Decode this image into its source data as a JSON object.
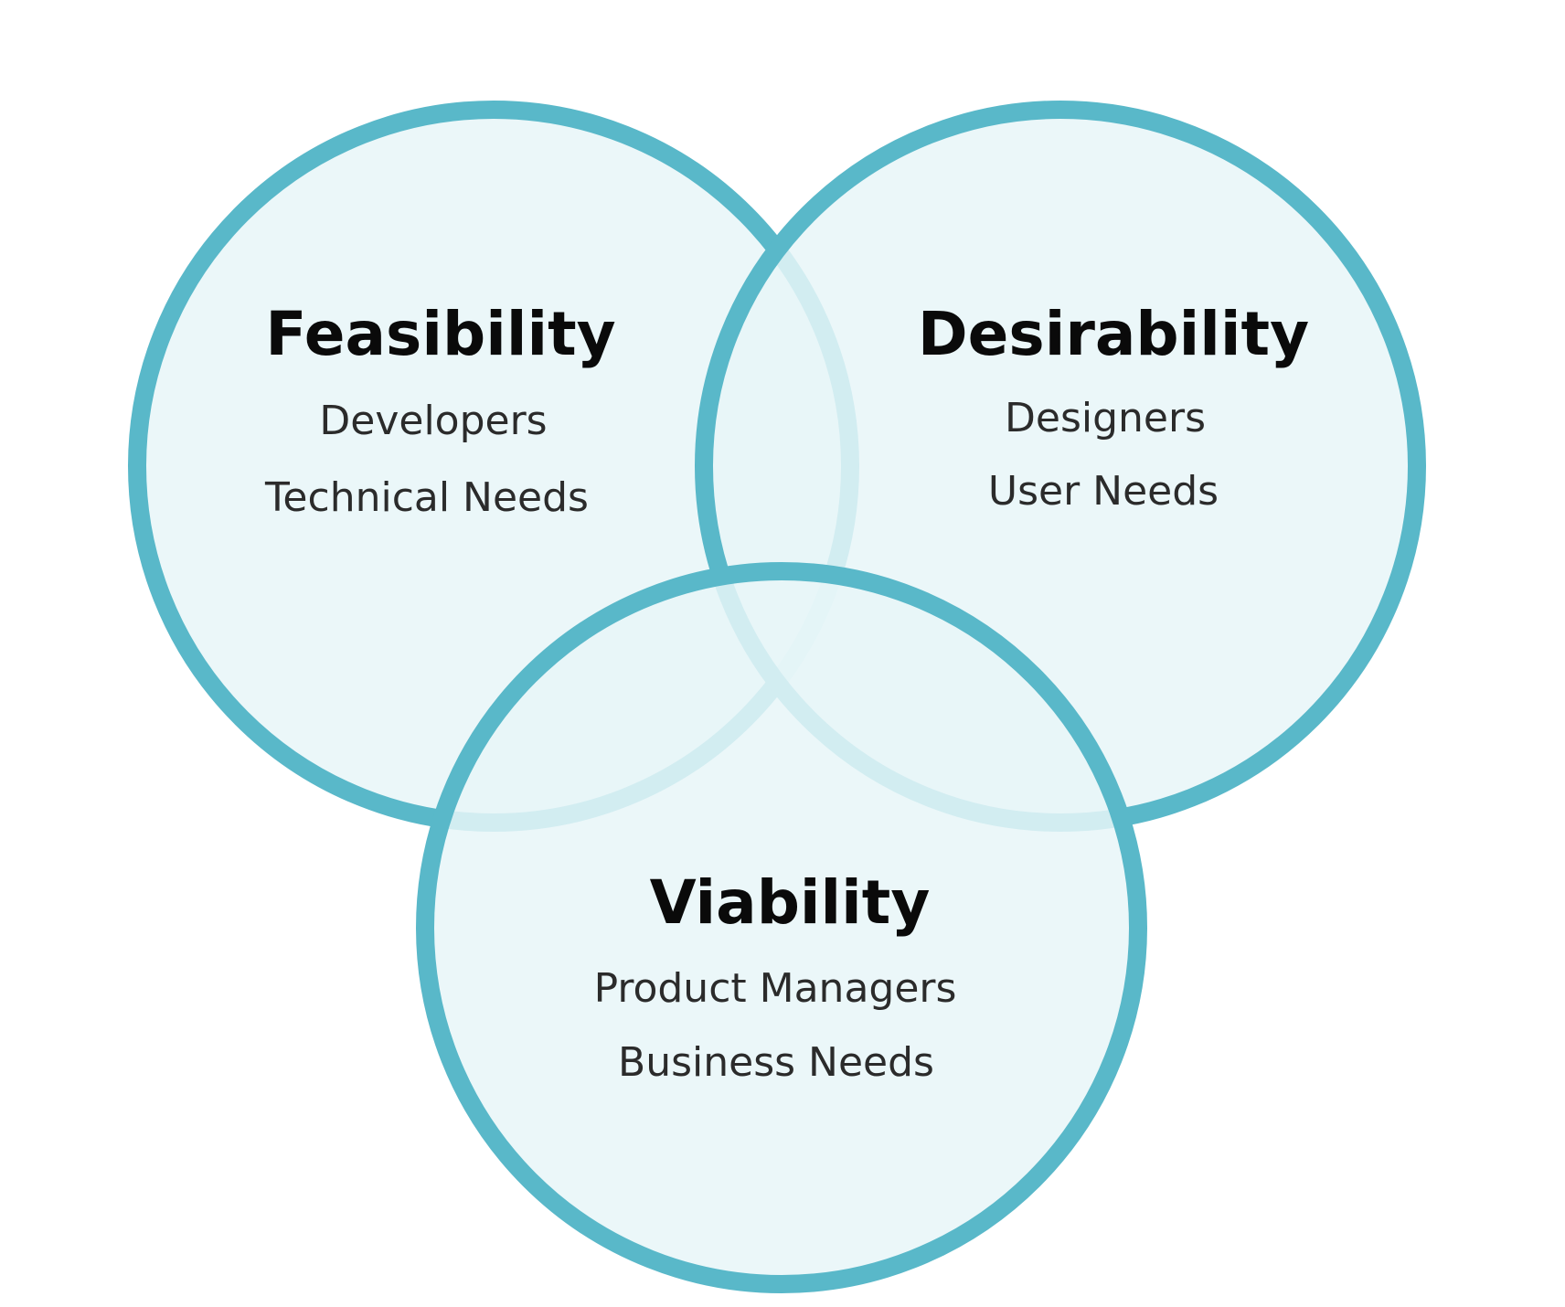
{
  "colors": {
    "ring_stroke": "#59b8c9",
    "ring_fill": "#e8f6f8",
    "overlap_fill": "#cde9ee",
    "title_text": "#0a0a0a",
    "body_text": "#2b2b2b"
  },
  "diagram": {
    "type": "venn",
    "sets": [
      {
        "id": "feasibility",
        "title": "Feasibility",
        "lines": [
          "Developers",
          "Technical Needs"
        ]
      },
      {
        "id": "desirability",
        "title": "Desirability",
        "lines": [
          "Designers",
          "User Needs"
        ]
      },
      {
        "id": "viability",
        "title": "Viability",
        "lines": [
          "Product Managers",
          "Business Needs"
        ]
      }
    ]
  }
}
